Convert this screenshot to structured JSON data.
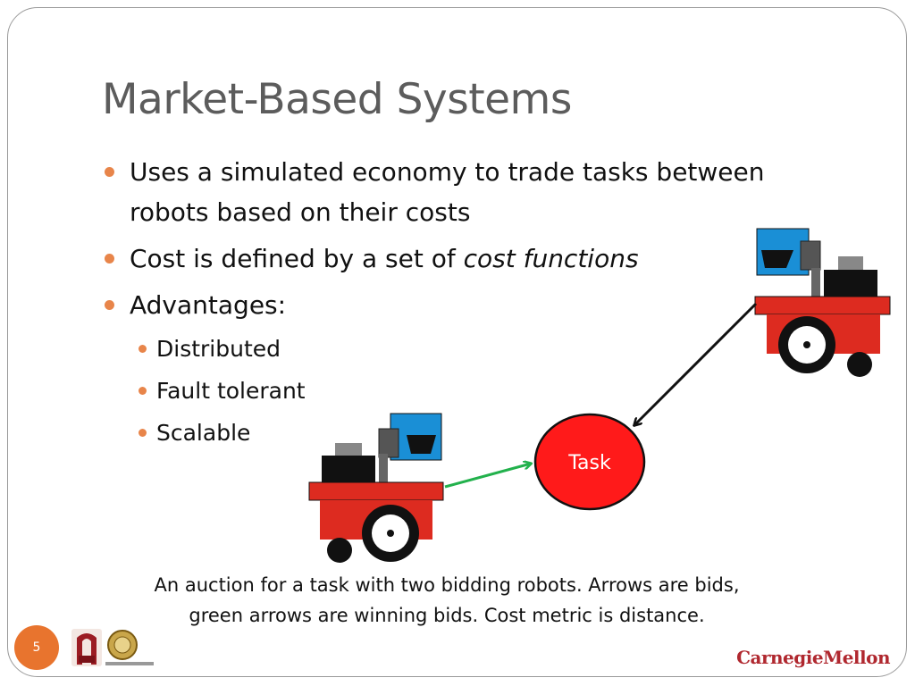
{
  "slide": {
    "title": "Market-Based Systems",
    "bullets": {
      "b1": "Uses a simulated economy to trade tasks between robots based on their costs",
      "b2_prefix": "Cost is defined by a set of ",
      "b2_emph": "cost functions",
      "b3": "Advantages:",
      "sub": [
        "Distributed",
        "Fault tolerant",
        "Scalable"
      ]
    },
    "diagram": {
      "task_label": "Task"
    },
    "caption_line1": "An auction for a task with two bidding robots. Arrows are bids,",
    "caption_line2": "green arrows are winning bids. Cost metric is distance.",
    "page_number": "5",
    "logo_text": "CarnegieMellon"
  },
  "colors": {
    "accent_orange": "#e8742e",
    "robot_red": "#dd2b20",
    "robot_blue": "#1a8fd6",
    "winning_arrow": "#22b14c",
    "task_red": "#ff1a1a"
  }
}
